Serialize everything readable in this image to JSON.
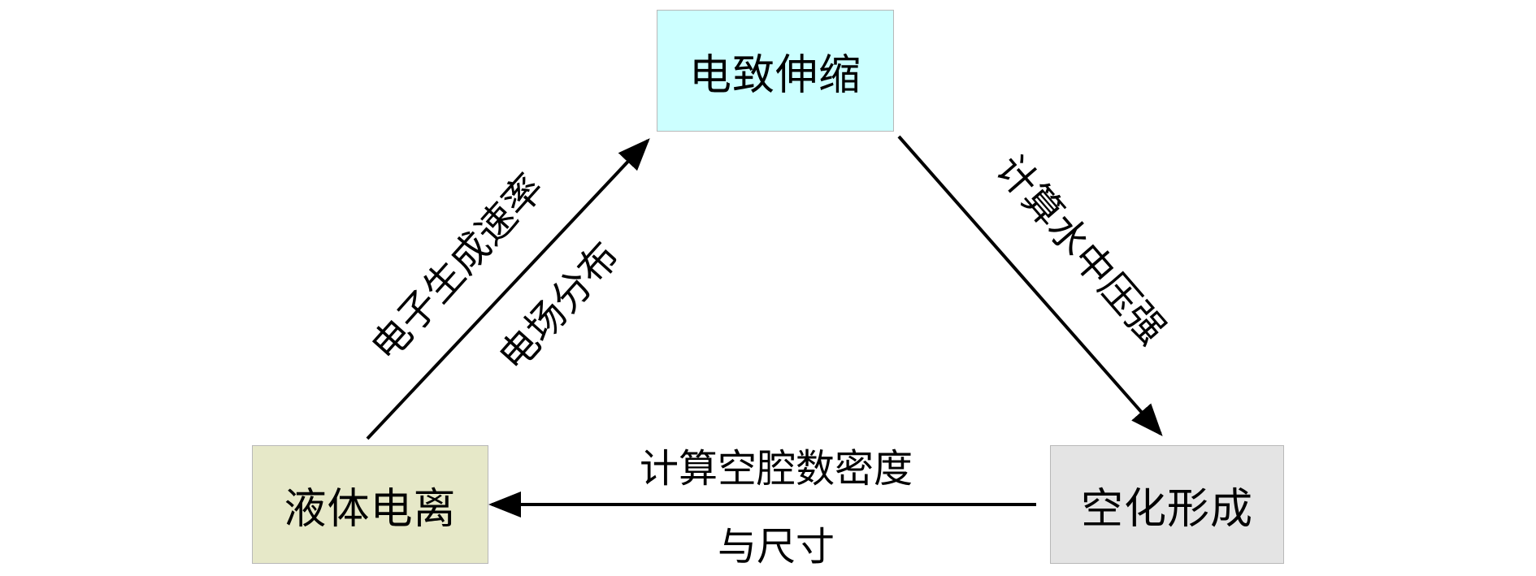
{
  "nodes": {
    "top": {
      "label": "电致伸缩",
      "color": "#ccffff"
    },
    "left": {
      "label": "液体电离",
      "color": "#e6e8c8"
    },
    "right": {
      "label": "空化形成",
      "color": "#e4e4e4"
    }
  },
  "edges": {
    "left_to_top": {
      "label_outer": "电子生成速率",
      "label_inner": "电场分布"
    },
    "top_to_right": {
      "label": "计算水中压强"
    },
    "right_to_left": {
      "label_line1": "计算空腔数密度",
      "label_line2": "与尺寸"
    }
  }
}
